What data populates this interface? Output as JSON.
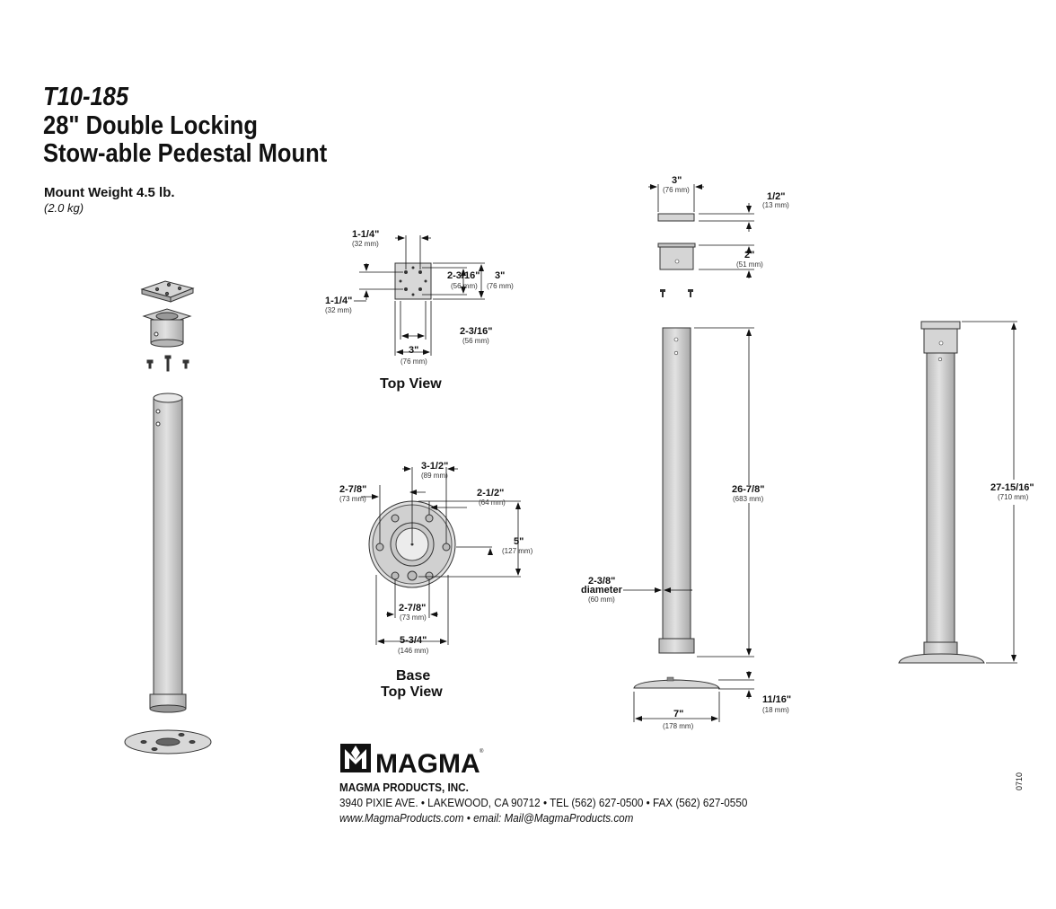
{
  "header": {
    "model": "T10-185",
    "title_line1": "28\" Double Locking",
    "title_line2": "Stow-able Pedestal Mount"
  },
  "weight": {
    "label": "Mount Weight 4.5 lb.",
    "metric": "(2.0 kg)"
  },
  "top_view": {
    "caption": "Top View",
    "dims": {
      "hole_spacing_top": {
        "value": "1-1/4\"",
        "metric": "(32 mm)"
      },
      "hole_spacing_left": {
        "value": "1-1/4\"",
        "metric": "(32 mm)"
      },
      "inner_right": {
        "value": "2-3/16\"",
        "metric": "(56 mm)"
      },
      "outer_right": {
        "value": "3\"",
        "metric": "(76 mm)"
      },
      "inner_bottom": {
        "value": "2-3/16\"",
        "metric": "(56 mm)"
      },
      "outer_bottom": {
        "value": "3\"",
        "metric": "(76 mm)"
      }
    }
  },
  "base_view": {
    "caption_line1": "Base",
    "caption_line2": "Top View",
    "dims": {
      "top": {
        "value": "3-1/2\"",
        "metric": "(89 mm)"
      },
      "left": {
        "value": "2-7/8\"",
        "metric": "(73 mm)"
      },
      "right": {
        "value": "2-1/2\"",
        "metric": "(64 mm)"
      },
      "height": {
        "value": "5\"",
        "metric": "(127 mm)"
      },
      "inner_bottom": {
        "value": "2-7/8\"",
        "metric": "(73 mm)"
      },
      "outer_bottom": {
        "value": "5-3/4\"",
        "metric": "(146 mm)"
      }
    }
  },
  "side_view": {
    "dims": {
      "cap_width": {
        "value": "3\"",
        "metric": "(76 mm)"
      },
      "cap_height": {
        "value": "1/2\"",
        "metric": "(13 mm)"
      },
      "socket_height": {
        "value": "2\"",
        "metric": "(51 mm)"
      },
      "tube_length": {
        "value": "26-7/8\"",
        "metric": "(683 mm)"
      },
      "diameter": {
        "value": "2-3/8\"",
        "label": "diameter",
        "metric": "(60 mm)"
      },
      "base_height": {
        "value": "11/16\"",
        "metric": "(18 mm)"
      },
      "base_width": {
        "value": "7\"",
        "metric": "(178 mm)"
      }
    }
  },
  "assembled_view": {
    "dims": {
      "total_height": {
        "value": "27-15/16\"",
        "metric": "(710 mm)"
      }
    }
  },
  "company": {
    "brand": "MAGMA",
    "name": "MAGMA PRODUCTS, INC.",
    "address": "3940 PIXIE AVE. • LAKEWOOD, CA 90712 • TEL (562) 627-0500 • FAX (562) 627-0550",
    "web": "www.MagmaProducts.com • email: Mail@MagmaProducts.com",
    "doc_code": "0710"
  }
}
